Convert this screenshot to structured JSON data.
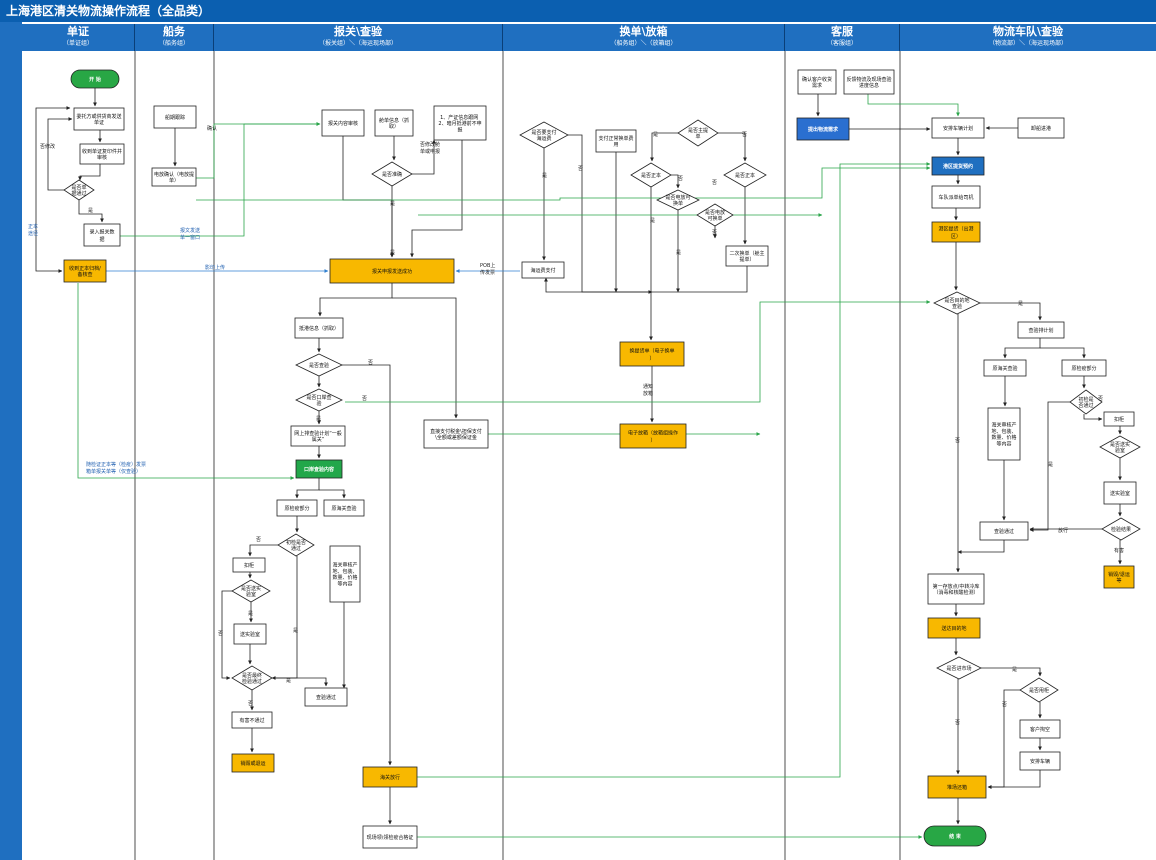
{
  "title": "上海港区清关物流操作流程（全品类）",
  "lanes": [
    {
      "name": "单证",
      "sub": "（单证组）"
    },
    {
      "name": "船务",
      "sub": "（船务组）"
    },
    {
      "name": "报关\\查验",
      "sub": "（报关组）＼（海运现场部）"
    },
    {
      "name": "换单\\放箱",
      "sub": "（船务组）＼（放箱组）"
    },
    {
      "name": "客服",
      "sub": "（客服组）"
    },
    {
      "name": "物流车队\\查验",
      "sub": "（物流部）＼（海运现场部）"
    }
  ],
  "nodes": {
    "start": "开 始",
    "entrust": "委托方或供货商发送单证",
    "receive_docs": "收到单证复印件并审核",
    "docs_complete": "是否单据通过",
    "input_customs": "录入报关数据",
    "receive_originals": "收到正本归档/备核查",
    "ship_schedule": "船期跟踪",
    "eir_confirm": "电放确认（电放提单）",
    "customs_review": "报关内容审核",
    "manifest_info": "舱单信息（抓取）",
    "notes": "1、产证信息跟网 2、暗月抵港前不申报",
    "manifest_ok": "是否准确",
    "declare_success": "报关申报发送成功",
    "arrival_info": "抵港信息（抓取）",
    "need_inspect": "是否查验",
    "port_inspect": "是否口岸查验",
    "plan_upload": "网上排查验计划“一般属关”",
    "inspect_content": "口岸查验内容",
    "quarantine": "原检疫部分",
    "customs_inspect": "原海关查验",
    "q_pass": "初检是否通过",
    "sample": "扣柜",
    "lab_ok": "是否送实验室",
    "lab_test": "送实验室",
    "final_pass": "是否最终检验通过",
    "harmful": "有害不通过",
    "destroy": "销毁或退运",
    "customs_check": "海关审核产地、包装、数量、价格等内容",
    "insp_passed": "查验通过",
    "pay_tax": "直接支付税金\\担保支付\\全额或差额保证金",
    "release": "海关放行",
    "cert_pickup": "现场领\\领检疫合格证",
    "need_ocean_fee": "是否要支付海运费",
    "pay_exchange": "支付正常换单费用",
    "is_master": "是否主提单",
    "is_original": "是否正本",
    "is_telex1": "是否正本",
    "telex_ok": "是否电放可换单",
    "telex_ok2": "是否电放可换单",
    "second_exchange": "二次换单（舱主提单）",
    "ocean_fee": "海运费支付",
    "exchange_do": "换提货单（电子换单）",
    "electronic_release": "电子放箱（放箱组操作）",
    "confirm_needs": "确认客户收货需求",
    "feedback": "反馈物流及现场查验进度信息",
    "logistics_needs": "提出物流需求",
    "arrange_trucks": "安排车辆计划",
    "unload": "卸船进港",
    "port_appt": "港区提货预约",
    "team_driver": "车队派单给司机",
    "pickup": "港区提货（出港区）",
    "dest_inspect": "是否目的地查验",
    "plan_inspect": "查验排计划",
    "dest_customs": "原海关查验",
    "dest_quarantine": "原检疫部分",
    "dest_customs_check": "海关审核产地、包装、数量、价格等内容",
    "dest_q_pass": "初检是否通过",
    "dest_hold": "扣柜",
    "dest_lab_ok": "是否送实验室",
    "dest_lab": "送实验室",
    "dest_final": "检验结果",
    "dest_destroy": "销毁/退运等",
    "dest_passed": "查验通过",
    "cold_storage": "第一存放点/中转冷库（消毒和核酸检测）",
    "arrive_dest": "送达目的地",
    "enter_market": "是否进市场",
    "use_cabinet": "是否甩柜",
    "customer_empty": "客户掏空",
    "arrange_vehicle": "安排车辆",
    "yard_return": "堆场还箱",
    "end": "结 束"
  },
  "labels": {
    "yes": "是",
    "no": "否",
    "confirm": "确认",
    "modify": "否修改",
    "modify2": "否修改舱单或申报",
    "original_route": "正本途径",
    "telex_send": "报文发送单一窗口",
    "scan_upload": "影印上传",
    "pob": "POB上传发票",
    "notify": "通知放箱",
    "inspect_docs": "随检证正本等（检疫）发票箱单报关单等（仅查验）",
    "release_label": "放行",
    "harmful_label": "有害"
  },
  "colors": {
    "header": "#1f6fc0",
    "title": "#0b5fb0",
    "highlight": "#f8b800",
    "start": "#28a745",
    "connector_green": "#2aa54a",
    "connector_blue": "#2f7fd0"
  }
}
